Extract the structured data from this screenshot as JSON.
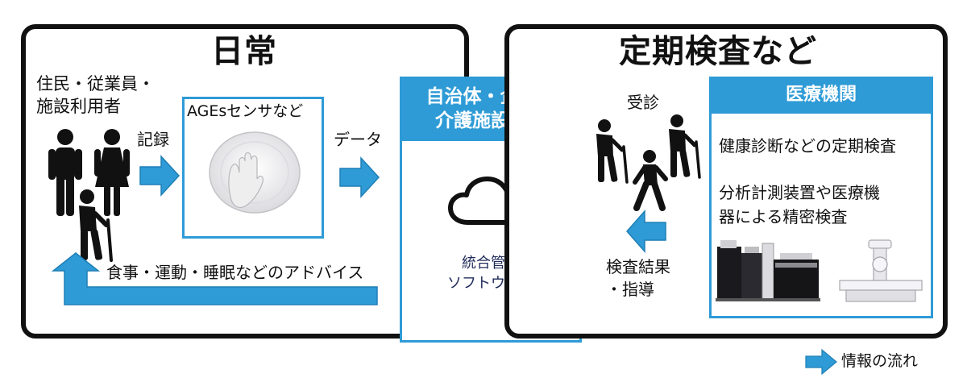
{
  "colors": {
    "accent": "#2e9bd6",
    "outline": "#111111",
    "text_navy": "#1f2a5a"
  },
  "daily": {
    "title": "日常",
    "residents_line1": "住民・従業員・",
    "residents_line2": "施設利用者",
    "record_label": "記録",
    "sensor_label": "AGEsセンサなど",
    "data_label": "データ",
    "advice_label": "食事・運動・睡眠などのアドバイス"
  },
  "center": {
    "header_line1": "自治体・企業・",
    "header_line2": "介護施設など",
    "software_line1": "統合管理",
    "software_line2": "ソフトウェア",
    "icon": "cloud-icon"
  },
  "checkup": {
    "title": "定期検査など",
    "consult_label": "受診",
    "result_line1": "検査結果",
    "result_line2": "・指導",
    "medical_header": "医療機関",
    "item1": "健康診断などの定期検査",
    "item2_line1": "分析計測装置や医療機",
    "item2_line2": "器による精密検査"
  },
  "legend": {
    "label": "情報の流れ",
    "icon": "arrow-right-icon"
  }
}
